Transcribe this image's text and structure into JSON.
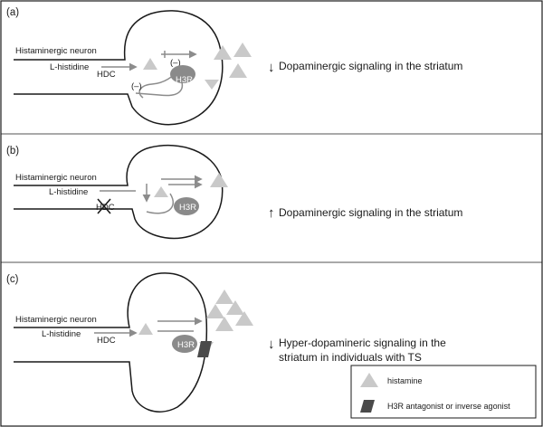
{
  "panels": [
    {
      "letter": "(a)",
      "neuron_label": "Histaminergic neuron",
      "precursor_label": "L-histidine",
      "enzyme_label": "HDC",
      "inhibition_marks": [
        "(–)",
        "(–)"
      ],
      "receptor_label": "H3R",
      "effect_arrow": "↓",
      "effect_text": [
        "Dopaminergic signaling in the striatum"
      ]
    },
    {
      "letter": "(b)",
      "neuron_label": "Histaminergic neuron",
      "precursor_label": "L-histidine",
      "enzyme_label": "HDC",
      "receptor_label": "H3R",
      "effect_arrow": "↑",
      "effect_text": [
        "Dopaminergic signaling in the striatum"
      ]
    },
    {
      "letter": "(c)",
      "neuron_label": "Histaminergic neuron",
      "precursor_label": "L-histidine",
      "enzyme_label": "HDC",
      "receptor_label": "H3R",
      "effect_arrow": "↓",
      "effect_text": [
        "Hyper-dopamineric signaling in the",
        "striatum in individuals with TS"
      ]
    }
  ],
  "legend": {
    "histamine": "histamine",
    "antagonist": "H3R antagonist or inverse agonist"
  },
  "colors": {
    "outline": "#1a1a1a",
    "histamine": "#c9c9c9",
    "arrow": "#8c8c8c",
    "receptor": "#8a8a8a",
    "antagonist": "#4a4a4a"
  }
}
